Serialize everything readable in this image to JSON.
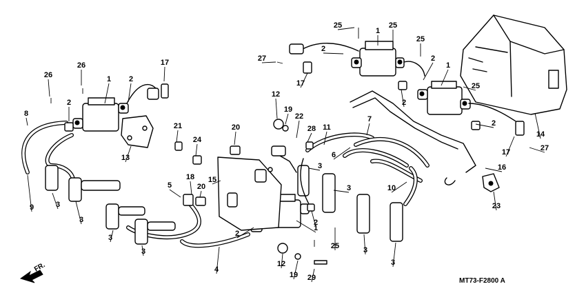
{
  "diagram": {
    "code": "MT73-F2800 A",
    "direction_marker": "FR.",
    "callouts": [
      {
        "id": "c1a",
        "text": "1"
      },
      {
        "id": "c1b",
        "text": "1"
      },
      {
        "id": "c1c",
        "text": "1"
      },
      {
        "id": "c1d",
        "text": "1"
      },
      {
        "id": "c2a",
        "text": "2"
      },
      {
        "id": "c2b",
        "text": "2"
      },
      {
        "id": "c2c",
        "text": "2"
      },
      {
        "id": "c2d",
        "text": "2"
      },
      {
        "id": "c2e",
        "text": "2"
      },
      {
        "id": "c2f",
        "text": "2"
      },
      {
        "id": "c2g",
        "text": "2"
      },
      {
        "id": "c2h",
        "text": "2"
      },
      {
        "id": "c3a",
        "text": "3"
      },
      {
        "id": "c3b",
        "text": "3"
      },
      {
        "id": "c3c",
        "text": "3"
      },
      {
        "id": "c3d",
        "text": "3"
      },
      {
        "id": "c3e",
        "text": "3"
      },
      {
        "id": "c3f",
        "text": "3"
      },
      {
        "id": "c3g",
        "text": "3"
      },
      {
        "id": "c3h",
        "text": "3"
      },
      {
        "id": "c4",
        "text": "4"
      },
      {
        "id": "c5",
        "text": "5"
      },
      {
        "id": "c6",
        "text": "6"
      },
      {
        "id": "c7",
        "text": "7"
      },
      {
        "id": "c8",
        "text": "8"
      },
      {
        "id": "c9",
        "text": "9"
      },
      {
        "id": "c10",
        "text": "10"
      },
      {
        "id": "c11",
        "text": "11"
      },
      {
        "id": "c12a",
        "text": "12"
      },
      {
        "id": "c12b",
        "text": "12"
      },
      {
        "id": "c13",
        "text": "13"
      },
      {
        "id": "c14",
        "text": "14"
      },
      {
        "id": "c15",
        "text": "15"
      },
      {
        "id": "c16",
        "text": "16"
      },
      {
        "id": "c17a",
        "text": "17"
      },
      {
        "id": "c17b",
        "text": "17"
      },
      {
        "id": "c17c",
        "text": "17"
      },
      {
        "id": "c18",
        "text": "18"
      },
      {
        "id": "c19a",
        "text": "19"
      },
      {
        "id": "c19b",
        "text": "19"
      },
      {
        "id": "c20a",
        "text": "20"
      },
      {
        "id": "c20b",
        "text": "20"
      },
      {
        "id": "c21",
        "text": "21"
      },
      {
        "id": "c22",
        "text": "22"
      },
      {
        "id": "c23",
        "text": "23"
      },
      {
        "id": "c24",
        "text": "24"
      },
      {
        "id": "c25a",
        "text": "25"
      },
      {
        "id": "c25b",
        "text": "25"
      },
      {
        "id": "c25c",
        "text": "25"
      },
      {
        "id": "c25d",
        "text": "25"
      },
      {
        "id": "c25e",
        "text": "25"
      },
      {
        "id": "c26a",
        "text": "26"
      },
      {
        "id": "c26b",
        "text": "26"
      },
      {
        "id": "c27a",
        "text": "27"
      },
      {
        "id": "c27b",
        "text": "27"
      },
      {
        "id": "c28",
        "text": "28"
      },
      {
        "id": "c29",
        "text": "29"
      }
    ]
  }
}
